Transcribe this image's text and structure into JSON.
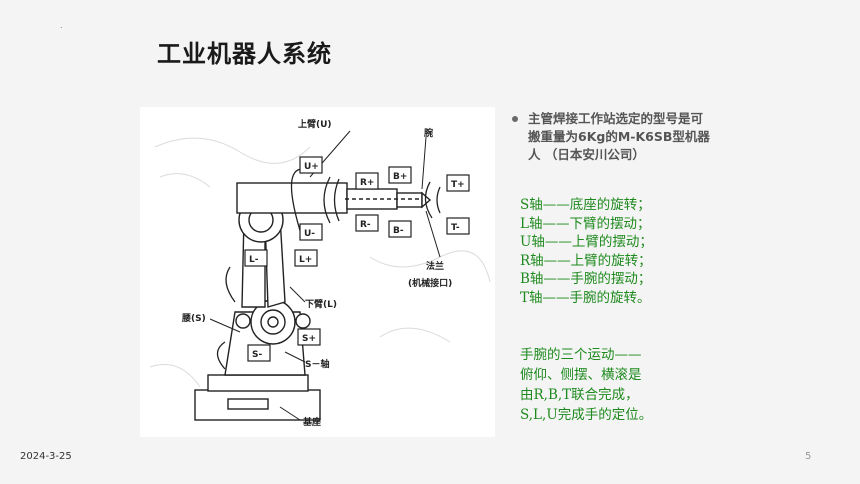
{
  "slide": {
    "title": "工业机器人系统",
    "date": "2024-3-25",
    "page_number": "5",
    "corner_mark": "."
  },
  "figure": {
    "labels": {
      "upper_arm": "上臂(U)",
      "wrist": "腕",
      "flange": "法兰",
      "flange_note": "(机械接口)",
      "lower_arm": "下臂(L)",
      "waist": "腰(S)",
      "s_axis": "S－轴",
      "base": "基座"
    },
    "axis_tags": [
      "U+",
      "U-",
      "R+",
      "R-",
      "B+",
      "B-",
      "T+",
      "T-",
      "L-",
      "L+",
      "S+",
      "S-"
    ]
  },
  "bullet": {
    "text": "主管焊接工作站选定的型号是可搬重量为6Kg的M-K6SB型机器人 （日本安川公司）"
  },
  "axes_list": [
    "S轴——底座的旋转；",
    "L轴——下臂的摆动；",
    "U轴——上臂的摆动；",
    "R轴——上臂的旋转；",
    "B轴——手腕的摆动；",
    "T轴——手腕的旋转。"
  ],
  "motion_text": [
    "手腕的三个运动——",
    "俯仰、侧摆、横滚是",
    "由R,B,T联合完成，",
    "S,L,U完成手的定位。"
  ]
}
